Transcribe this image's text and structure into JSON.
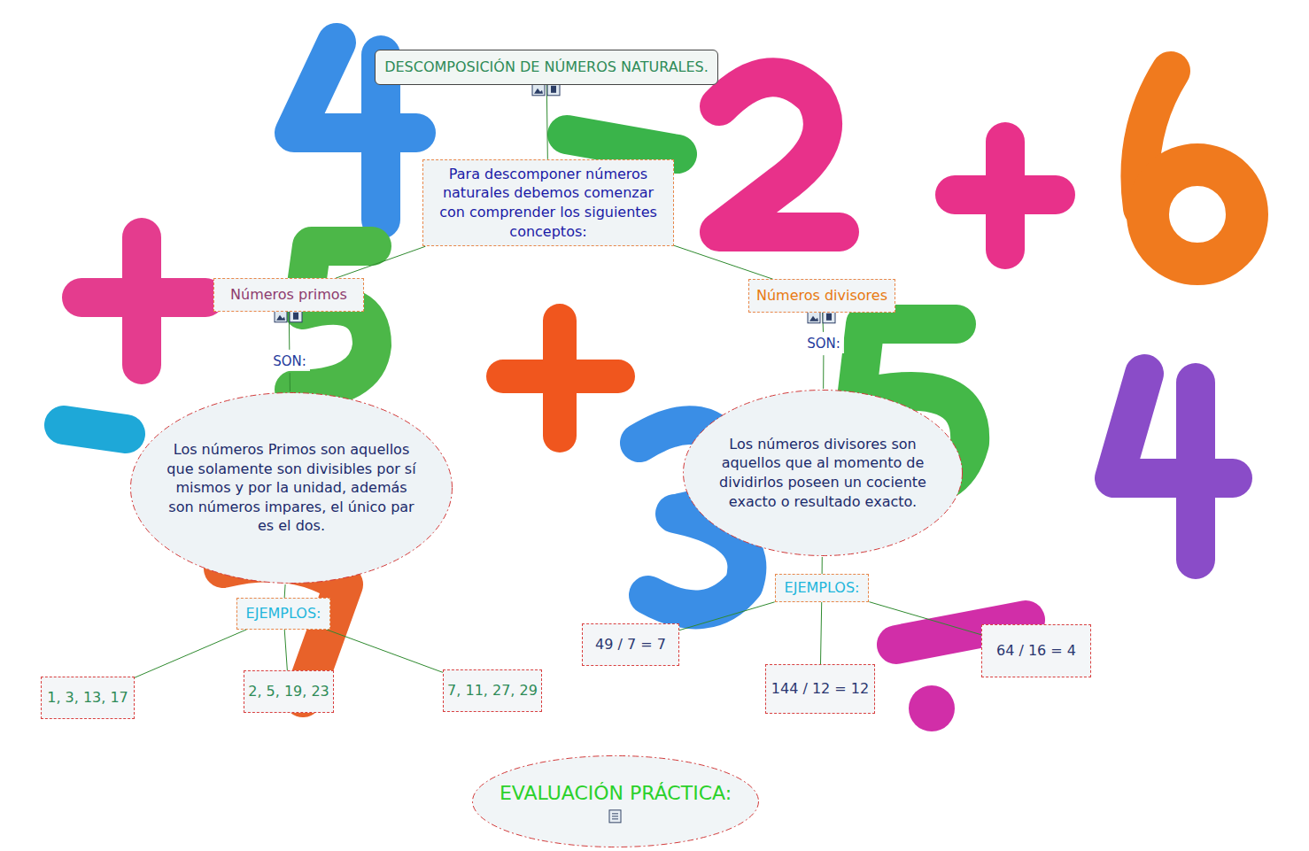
{
  "diagram": {
    "nodes": [
      {
        "text": [
          "DESCOMPOSICIÓN DE NÚMEROS NATURALES."
        ]
      },
      {
        "text": [
          "Para descomponer números naturales debemos comenzar con comprender los siguientes conceptos:"
        ]
      },
      {
        "text": [
          "Números primos"
        ]
      },
      {
        "text": [
          "Números divisores"
        ]
      },
      {
        "text": [
          "SON:"
        ]
      },
      {
        "text": [
          "Los números Primos son aquellos que solamente son divisibles por sí mismos y por la unidad, además son números impares, el único par es el dos."
        ]
      },
      {
        "text": [
          "EJEMPLOS:"
        ]
      },
      {
        "text": [
          "1, 3, 13, 17"
        ]
      },
      {
        "text": [
          "2, 5, 19, 23"
        ]
      },
      {
        "text": [
          "7, 11, 27, 29"
        ]
      },
      {
        "text": [
          "SON:"
        ]
      },
      {
        "text": [
          "Los números divisores son aquellos que al momento de dividirlos poseen un cociente exacto o resultado exacto."
        ]
      },
      {
        "text": [
          "EJEMPLOS:"
        ]
      },
      {
        "text": [
          "49 / 7 = 7"
        ]
      },
      {
        "text": [
          "144 / 12 = 12"
        ]
      },
      {
        "text": [
          "64 / 16 = 4"
        ]
      },
      {
        "text": [
          "EVALUACIÓN PRÁCTICA:"
        ]
      }
    ],
    "edges": [
      {
        "from": 0,
        "to": 1,
        "arrow": "none"
      },
      {
        "from": 1,
        "to": 2,
        "arrow": "none"
      },
      {
        "from": 1,
        "to": 3,
        "arrow": "none"
      },
      {
        "from": 2,
        "to": 4,
        "arrow": "none"
      },
      {
        "from": 4,
        "to": 5,
        "arrow": "none"
      },
      {
        "from": 5,
        "to": 6,
        "arrow": "none"
      },
      {
        "from": 6,
        "to": 7,
        "arrow": "none"
      },
      {
        "from": 6,
        "to": 8,
        "arrow": "none"
      },
      {
        "from": 6,
        "to": 9,
        "arrow": "none"
      },
      {
        "from": 3,
        "to": 10,
        "arrow": "none"
      },
      {
        "from": 10,
        "to": 11,
        "arrow": "none"
      },
      {
        "from": 11,
        "to": 12,
        "arrow": "none"
      },
      {
        "from": 12,
        "to": 13,
        "arrow": "none"
      },
      {
        "from": 12,
        "to": 14,
        "arrow": "none"
      },
      {
        "from": 12,
        "to": 15,
        "arrow": "none"
      }
    ]
  }
}
